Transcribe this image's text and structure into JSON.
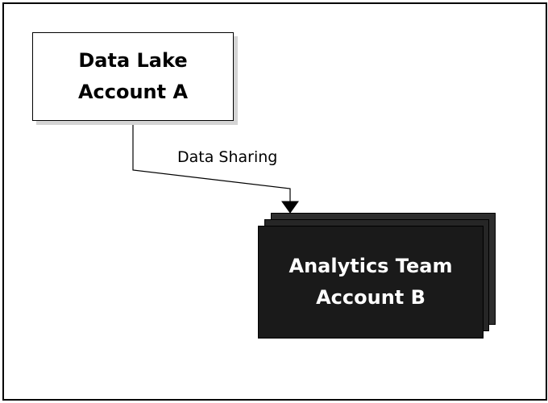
{
  "diagram": {
    "source_node": {
      "line1": "Data Lake",
      "line2": "Account A",
      "fill": "#ffffff",
      "stroke": "#000000",
      "shadow": "#d4d4d4"
    },
    "target_node": {
      "line1": "Analytics Team",
      "line2": "Account B",
      "fill": "#1a1a1a",
      "text_color": "#ffffff",
      "shape": "multi-document stack"
    },
    "edge": {
      "label": "Data Sharing",
      "from": "source_node",
      "to": "target_node",
      "arrowhead": "filled-triangle"
    }
  }
}
